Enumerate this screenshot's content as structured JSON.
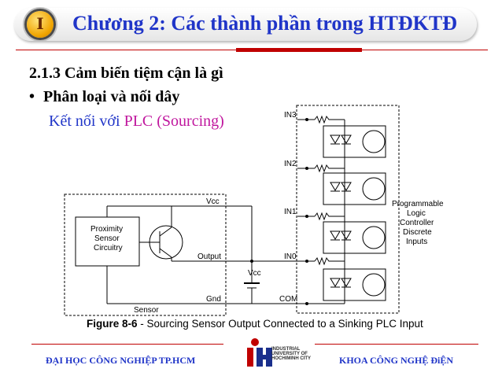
{
  "header": {
    "badge": "I",
    "title": "Chương 2: Các thành phần trong HTĐKTĐ"
  },
  "content": {
    "section": "2.1.3 Cảm biến tiệm cận là gì",
    "bullet_marker": "•",
    "bullet": "Phân loại và nối dây",
    "connect_prefix": "Kết nối với ",
    "connect_plc": "PLC (Sourcing)"
  },
  "diagram": {
    "box_label": [
      "Proximity",
      "Sensor",
      "Circuitry"
    ],
    "vcc_top": "Vcc",
    "output": "Output",
    "gnd": "Gnd",
    "sensor": "Sensor",
    "vcc_supply": "Vcc",
    "com": "COM",
    "inputs": [
      "IN3",
      "IN2",
      "IN1",
      "IN0"
    ],
    "plc_label": [
      "Programmable",
      "Logic",
      "Controller",
      "Discrete",
      "Inputs"
    ]
  },
  "caption": {
    "bold": "Figure 8-6",
    "text": " - Sourcing Sensor Output Connected to a Sinking PLC Input"
  },
  "footer": {
    "left": "ĐẠI HỌC CÔNG NGHIỆP TP.HCM",
    "right": "KHOA CÔNG NGHỆ ĐiỆN",
    "logo_lines": [
      "INDUSTRIAL",
      "UNIVERSITY OF",
      "HOCHIMINH CITY"
    ]
  },
  "colors": {
    "title": "#2035c8",
    "accent_red": "#c00000",
    "plc_magenta": "#c0179e",
    "badge": "#f0a400"
  }
}
